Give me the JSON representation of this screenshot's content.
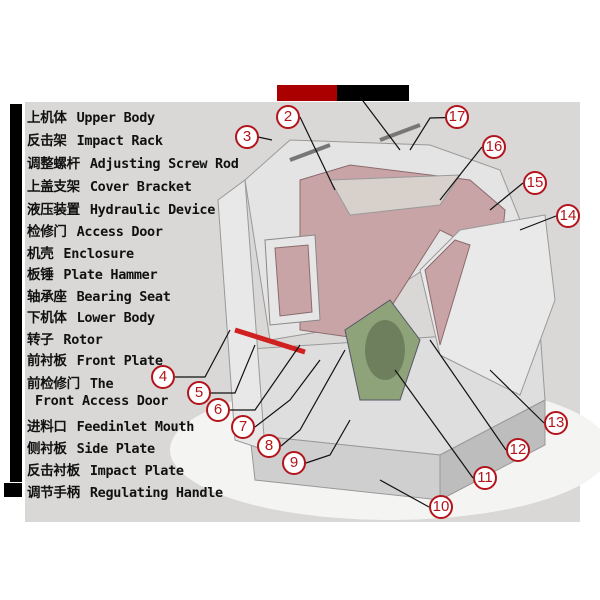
{
  "labels": [
    {
      "cn": "上机体",
      "en": "Upper Body"
    },
    {
      "cn": "反击架",
      "en": "Impact Rack"
    },
    {
      "cn": "调整螺杆",
      "en": "Adjusting Screw Rod"
    },
    {
      "cn": "上盖支架",
      "en": "Cover Bracket"
    },
    {
      "cn": "液压装置",
      "en": "Hydraulic Device"
    },
    {
      "cn": "检修门",
      "en": "Access Door"
    },
    {
      "cn": "机壳",
      "en": "Enclosure"
    },
    {
      "cn": "板锤",
      "en": "Plate Hammer"
    },
    {
      "cn": "轴承座",
      "en": "Bearing Seat"
    },
    {
      "cn": "下机体",
      "en": "Lower Body"
    },
    {
      "cn": "转子",
      "en": "Rotor"
    },
    {
      "cn": "前衬板",
      "en": "Front Plate"
    },
    {
      "cn": "前检修门",
      "en": "The"
    },
    {
      "cn": "",
      "en": "Front Access Door"
    },
    {
      "cn": "进料口",
      "en": "Feedinlet Mouth"
    },
    {
      "cn": "侧衬板",
      "en": "Side Plate"
    },
    {
      "cn": "反击衬板",
      "en": "Impact Plate"
    },
    {
      "cn": "调节手柄",
      "en": "Regulating Handle"
    }
  ],
  "callouts": [
    "2",
    "3",
    "4",
    "5",
    "6",
    "7",
    "8",
    "9",
    "10",
    "11",
    "12",
    "13",
    "14",
    "15",
    "16",
    "17"
  ],
  "colors": {
    "callout": "#b3141b",
    "liner": "#c9a4a6",
    "steel": "#e6e6e6",
    "rotor": "#8fa37a"
  }
}
